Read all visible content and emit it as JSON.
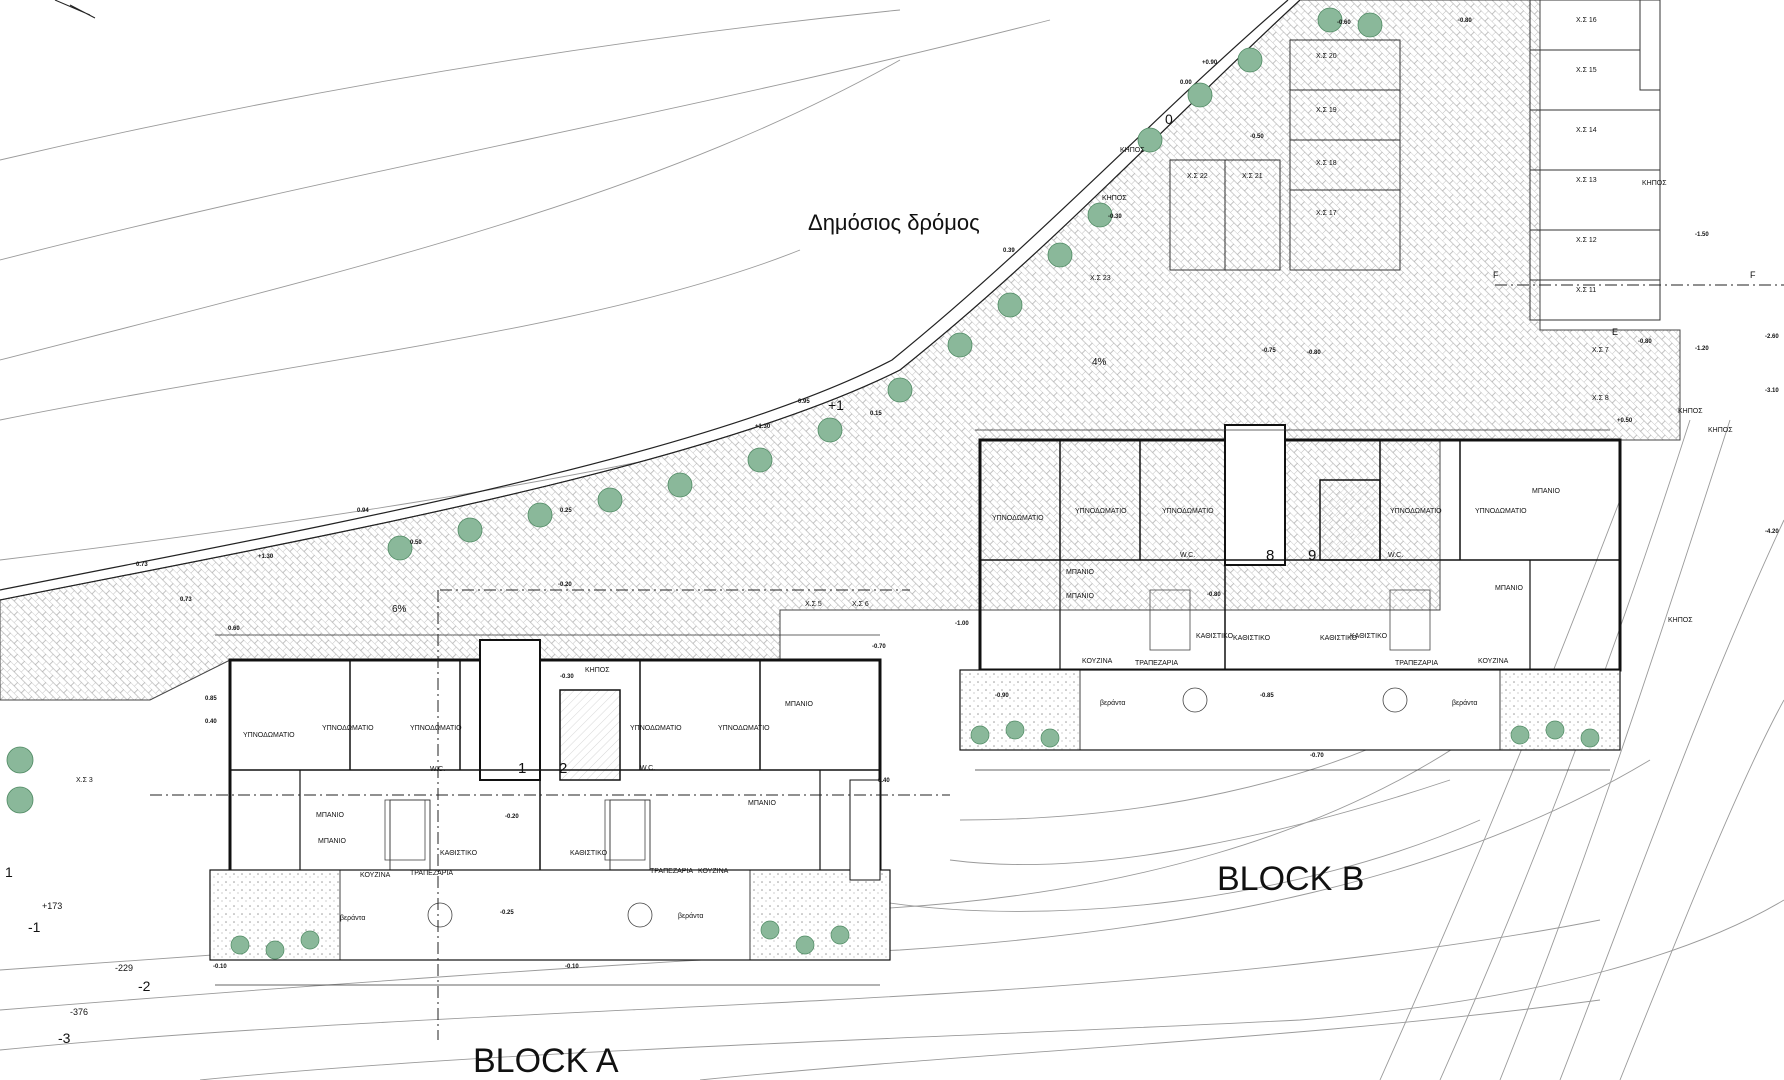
{
  "labels": {
    "road": "Δημόσιος δρόμος",
    "block_a": "BLOCK A",
    "block_b": "BLOCK B",
    "garden": "ΚΗΠΟΣ",
    "bedroom": "ΥΠΝΟΔΩΜΑΤΙΟ",
    "living": "ΚΑΘΙΣΤΙΚΟ",
    "dining": "ΤΡΑΠΕΖΑΡΙΑ",
    "kitchen": "ΚΟΥΖΙΝΑ",
    "bath": "ΜΠΑΝΙΟ",
    "wc": "W.C.",
    "veranda": "βεράντα",
    "slope_4": "4%",
    "slope_6": "6%"
  },
  "units": [
    "1",
    "2",
    "8",
    "9"
  ],
  "contours": [
    "0",
    "+1",
    "-1",
    "-2",
    "-3",
    "1",
    "+173",
    "-229",
    "-376"
  ],
  "parking": [
    "Χ.Σ 16",
    "Χ.Σ 15",
    "Χ.Σ 14",
    "Χ.Σ 13",
    "Χ.Σ 12",
    "Χ.Σ 11",
    "Χ.Σ 20",
    "Χ.Σ 19",
    "Χ.Σ 18",
    "Χ.Σ 17",
    "Χ.Σ 22",
    "Χ.Σ 21",
    "Χ.Σ 23",
    "Χ.Σ 7",
    "Χ.Σ 8",
    "Χ.Σ 5",
    "Χ.Σ 6",
    "Χ.Σ 3"
  ],
  "elevations": [
    "-0.60",
    "-0.80",
    "+0.90",
    "0.00",
    "-0.50",
    "-0.30",
    "0.39",
    "-0.75",
    "-0.80",
    "0.95",
    "0.15",
    "+1.30",
    "0.94",
    "0.25",
    "0.50",
    "0.73",
    "+1.30",
    "0.73",
    "-0.20",
    "0.60",
    "0.85",
    "0.40",
    "-0.20",
    "-0.30",
    "-0.25",
    "-0.80",
    "-1.00",
    "-0.70",
    "-0.90",
    "-0.85",
    "-0.10",
    "-0.40",
    "-1.20",
    "-1.50",
    "-2.60",
    "-3.10",
    "-4.20",
    "-0.70",
    "-0.10",
    "+0.50",
    "-0.80"
  ],
  "section_marks": [
    "F",
    "F",
    "E"
  ],
  "colors": {
    "line": "#222222",
    "tree": "#8ab89a",
    "tree_dark": "#4f8a63",
    "contour": "#9a9a9a"
  }
}
